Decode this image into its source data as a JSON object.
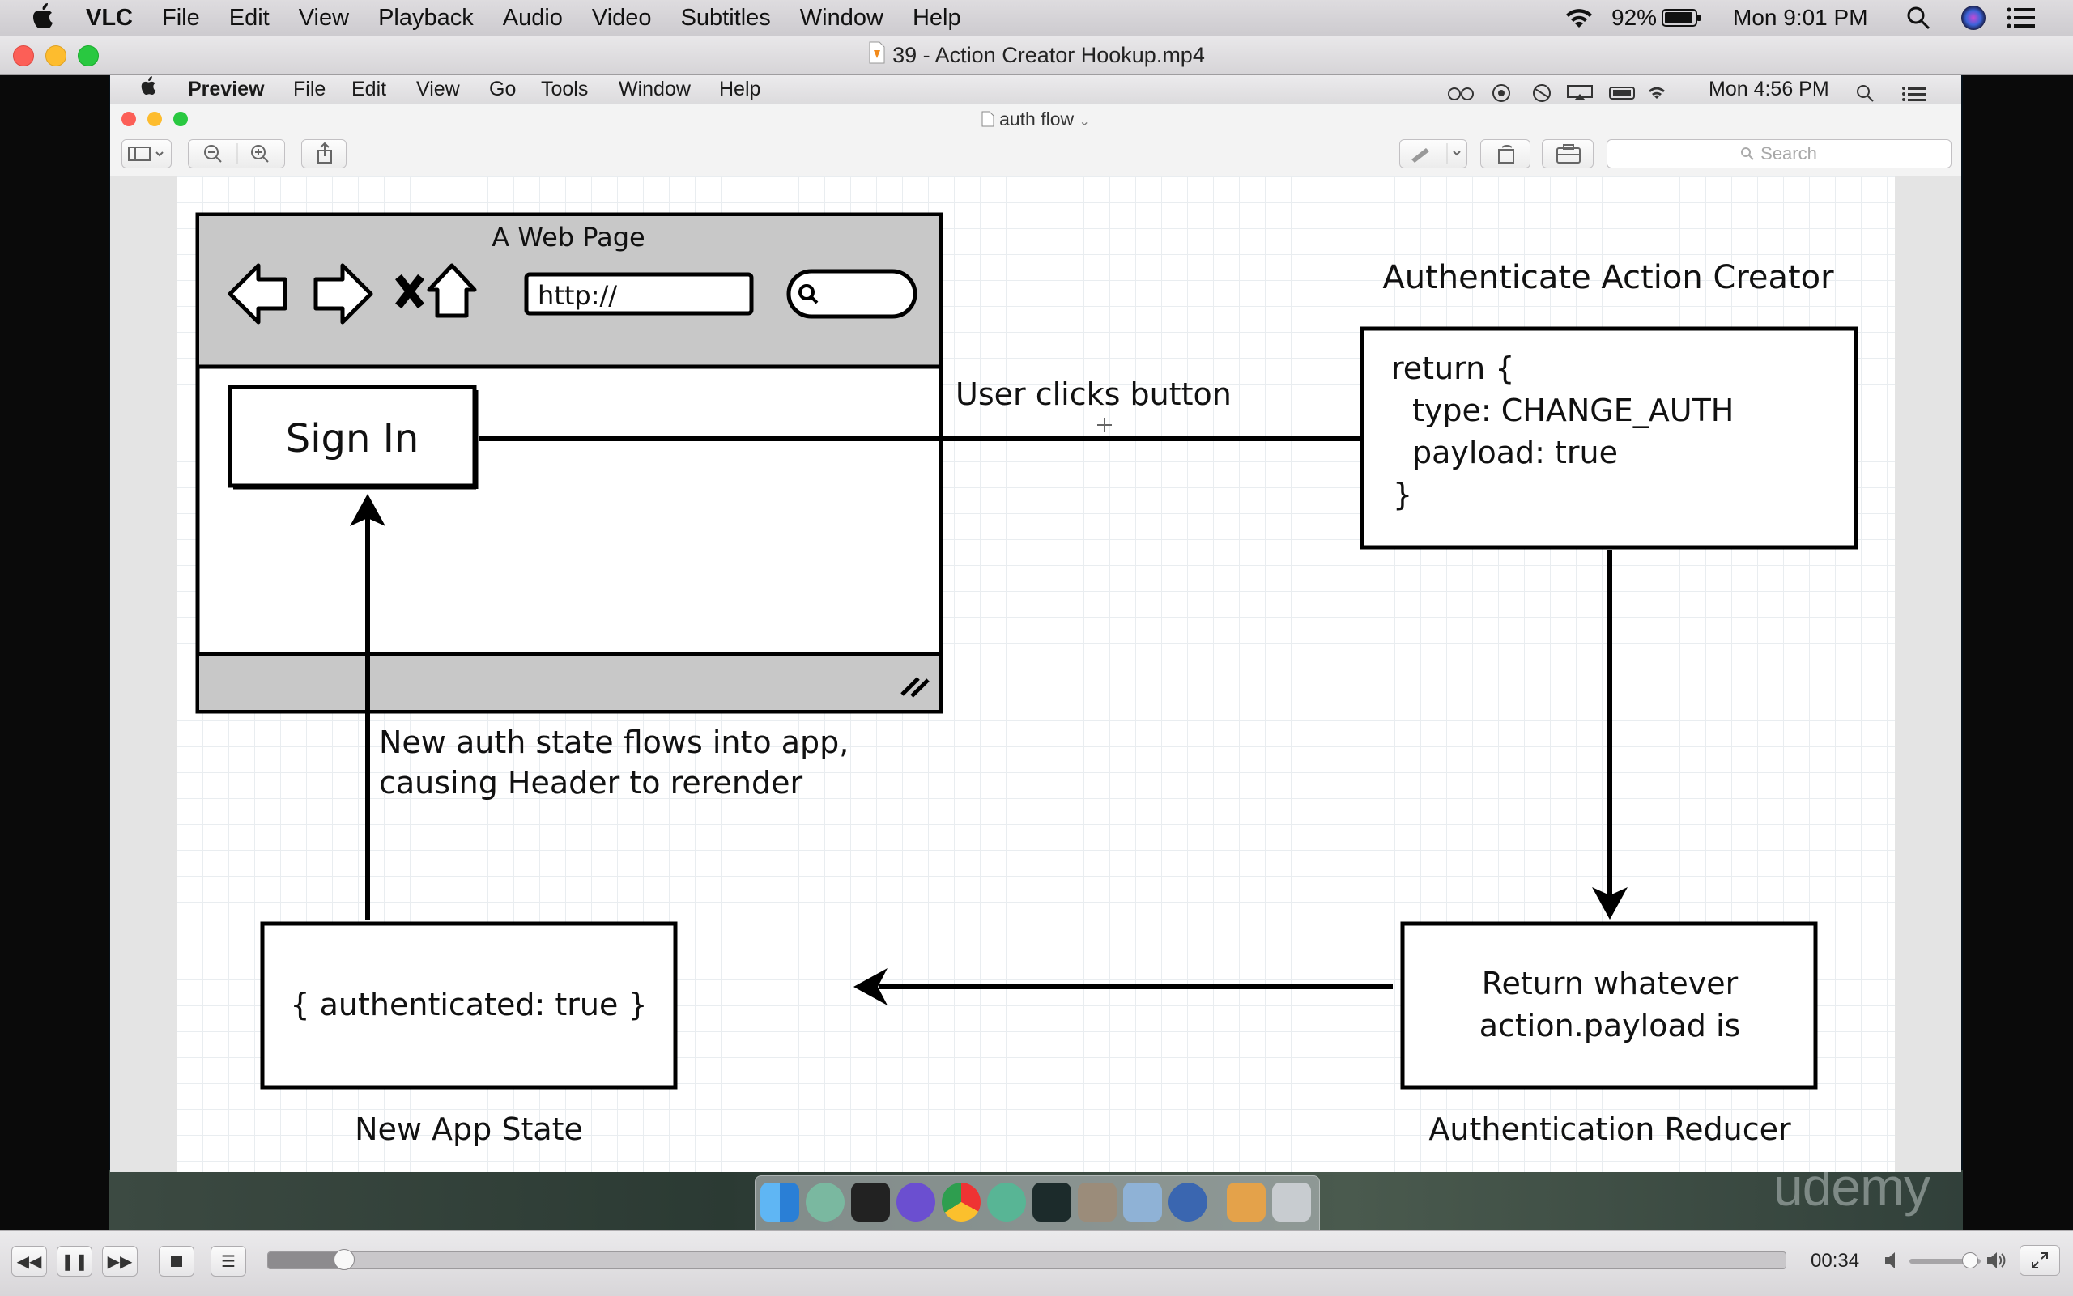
{
  "menubar": {
    "app": "VLC",
    "items": [
      "File",
      "Edit",
      "View",
      "Playback",
      "Audio",
      "Video",
      "Subtitles",
      "Window",
      "Help"
    ],
    "battery": "92%",
    "clock": "Mon 9:01 PM"
  },
  "vlc_window": {
    "title": "39 - Action Creator Hookup.mp4"
  },
  "preview": {
    "menubar": {
      "app": "Preview",
      "items": [
        "File",
        "Edit",
        "View",
        "Go",
        "Tools",
        "Window",
        "Help"
      ],
      "clock": "Mon 4:56 PM"
    },
    "title": "auth flow",
    "search_placeholder": "Search"
  },
  "diagram": {
    "browser_title": "A Web Page",
    "url_text": "http://",
    "signin_label": "Sign In",
    "click_label": "User clicks button",
    "creator_title": "Authenticate Action Creator",
    "creator_code": [
      "return {",
      "  type: CHANGE_AUTH",
      "  payload: true",
      "}"
    ],
    "flow_label": [
      "New auth state flows into app,",
      "causing Header to rerender"
    ],
    "state_box": "{ authenticated: true }",
    "state_label": "New App State",
    "reducer_box": [
      "Return whatever",
      "action.payload is"
    ],
    "reducer_label": "Authentication Reducer"
  },
  "watermark": "udemy",
  "player": {
    "time": "00:34",
    "progress": 0.05,
    "volume": 0.85
  }
}
